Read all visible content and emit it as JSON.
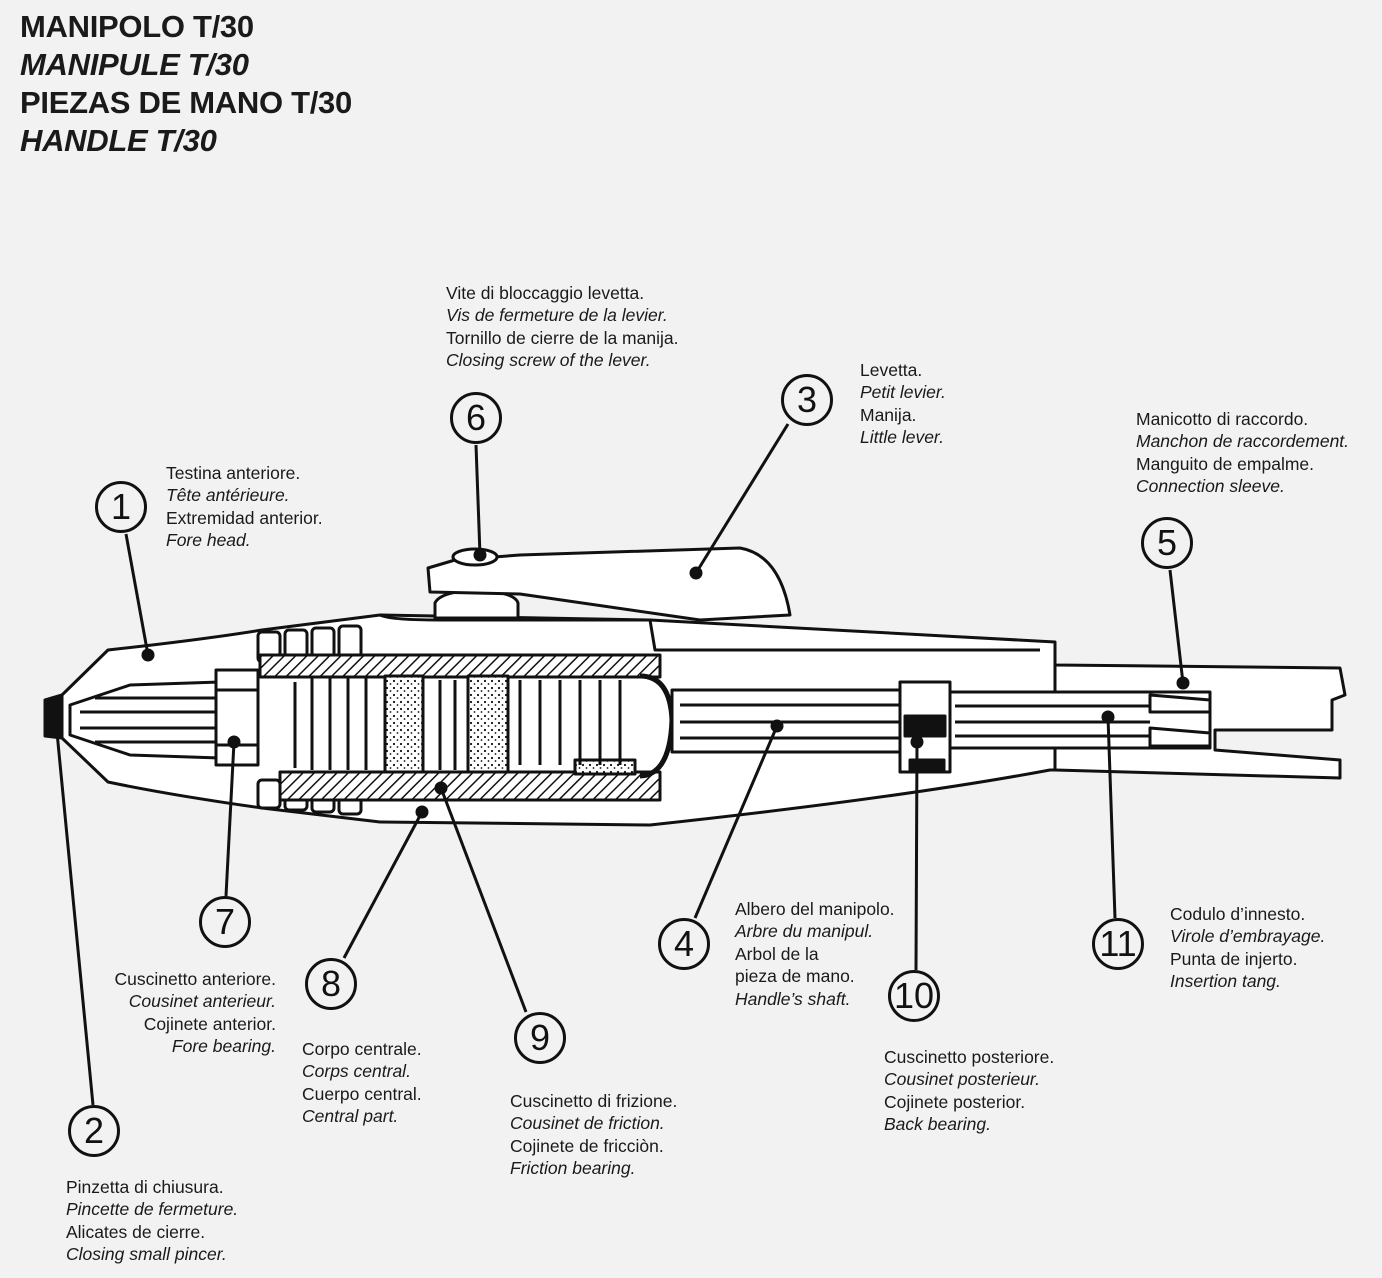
{
  "titles": [
    "MANIPOLO T/30",
    "MANIPULE T/30",
    "PIEZAS DE MANO T/30",
    "HANDLE T/30"
  ],
  "callouts": [
    {
      "num": "1",
      "lines": [
        "Testina anteriore.",
        "Tête antérieure.",
        "Extremidad anterior.",
        "Fore head."
      ]
    },
    {
      "num": "2",
      "lines": [
        "Pinzetta di chiusura.",
        "Pincette de fermeture.",
        "Alicates de cierre.",
        "Closing small pincer."
      ]
    },
    {
      "num": "3",
      "lines": [
        "Levetta.",
        "Petit levier.",
        "Manija.",
        "Little lever."
      ]
    },
    {
      "num": "4",
      "lines": [
        "Albero del manipolo.",
        "Arbre du manipul.",
        "Arbol de la",
        "pieza de mano.",
        "Handle’s shaft."
      ]
    },
    {
      "num": "5",
      "lines": [
        "Manicotto di raccordo.",
        "Manchon de raccordement.",
        "Manguito de empalme.",
        "Connection sleeve."
      ]
    },
    {
      "num": "6",
      "lines": [
        "Vite di bloccaggio levetta.",
        "Vis de fermeture de la levier.",
        "Tornillo de cierre de la manija.",
        "Closing screw of the lever."
      ]
    },
    {
      "num": "7",
      "lines": [
        "Cuscinetto anteriore.",
        "Cousinet anterieur.",
        "Cojinete anterior.",
        "Fore bearing."
      ]
    },
    {
      "num": "8",
      "lines": [
        "Corpo centrale.",
        "Corps central.",
        "Cuerpo central.",
        "Central part."
      ]
    },
    {
      "num": "9",
      "lines": [
        "Cuscinetto di frizione.",
        "Cousinet de friction.",
        "Cojinete de fricciòn.",
        "Friction bearing."
      ]
    },
    {
      "num": "10",
      "lines": [
        "Cuscinetto posteriore.",
        "Cousinet posterieur.",
        "Cojinete posterior.",
        "Back bearing."
      ]
    },
    {
      "num": "11",
      "lines": [
        "Codulo d’innesto.",
        "Virole d’embrayage.",
        "Punta de injerto.",
        "Insertion tang."
      ]
    }
  ]
}
